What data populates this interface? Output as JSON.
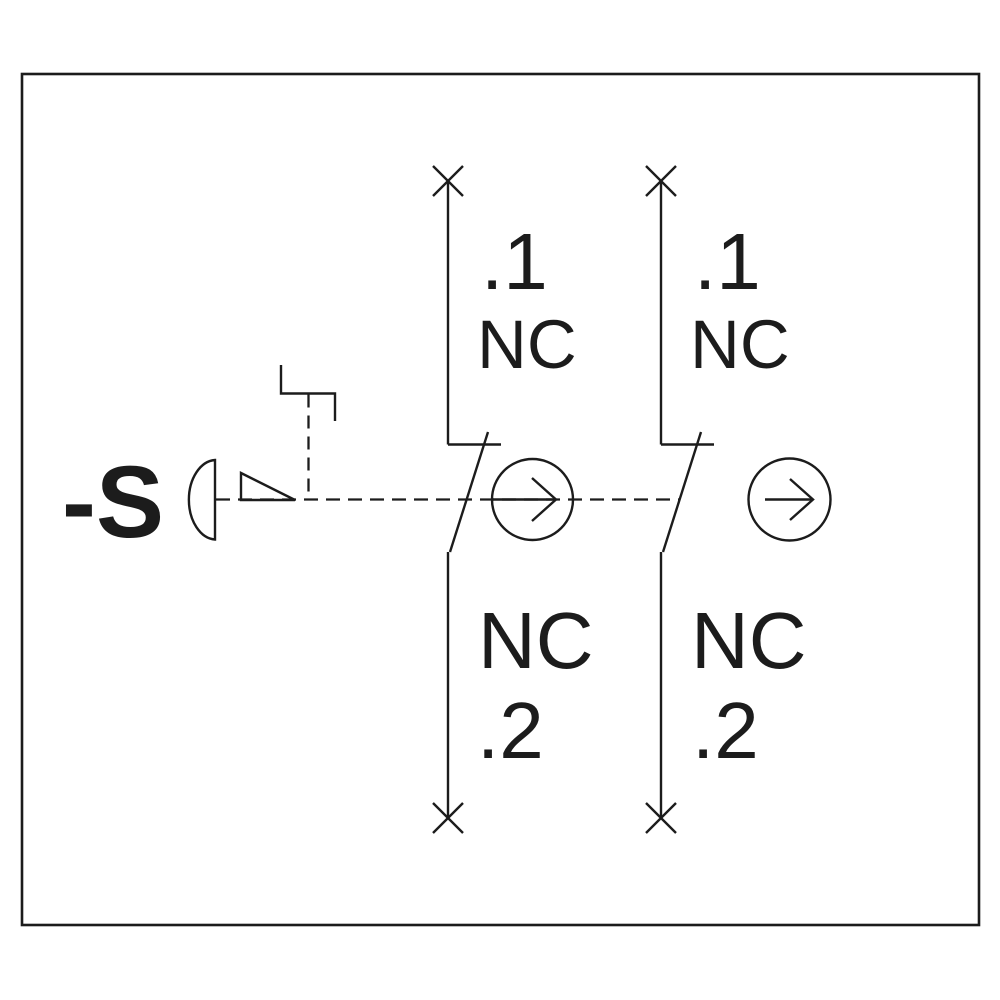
{
  "device_label": "-S",
  "contact1": {
    "top_pin": ".1",
    "top_type": "NC",
    "bottom_type": "NC",
    "bottom_pin": ".2"
  },
  "contact2": {
    "top_pin": ".1",
    "top_type": "NC",
    "bottom_type": "NC",
    "bottom_pin": ".2"
  },
  "icons": {
    "actuator": "mushroom-head-pushbutton",
    "latch": "maintained-latch-hook",
    "trip": "latch-wedge-triangle",
    "opening": "positive-opening-arrow",
    "terminal": "x-terminal-mark",
    "link": "mechanical-link-dashed"
  },
  "colors": {
    "line": "#1c1c1c",
    "background": "#ffffff"
  }
}
